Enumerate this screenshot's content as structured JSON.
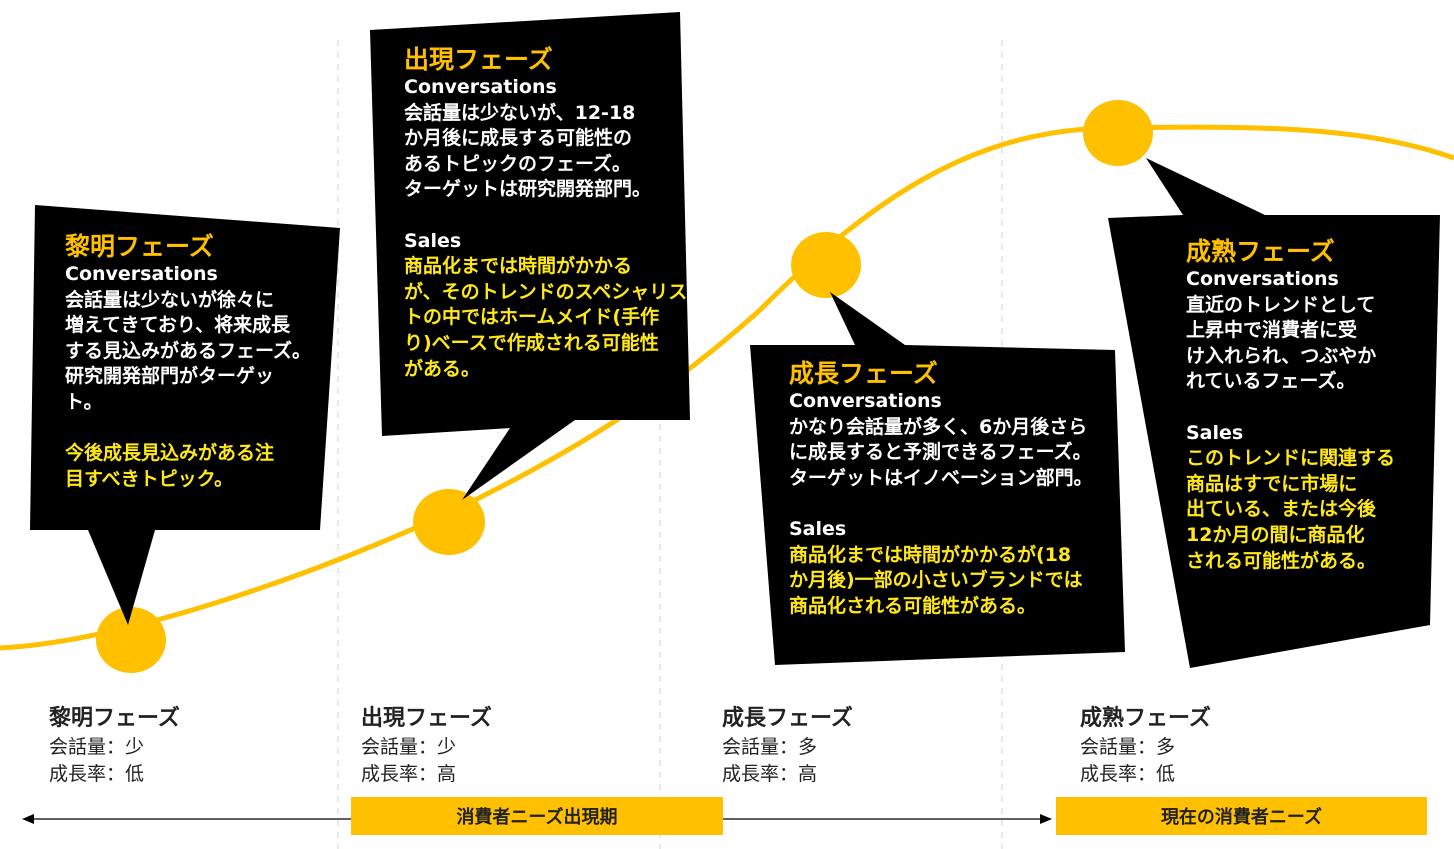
{
  "phases": [
    {
      "id": "reimei",
      "callout": {
        "title": "黎明フェーズ",
        "conversations_label": "Conversations",
        "conversations": [
          "会話量は少ないが徐々に",
          "増えてきており、将来成長",
          "する見込みがあるフェーズ。",
          "研究開発部門がターゲッ",
          "ト。"
        ],
        "sales_label": "",
        "highlight": [
          "今後成長見込みがある注",
          "目すべきトピック。"
        ]
      },
      "label": {
        "name": "黎明フェーズ",
        "volume": "会話量：少",
        "growth": "成長率：低"
      }
    },
    {
      "id": "shutsugen",
      "callout": {
        "title": "出現フェーズ",
        "conversations_label": "Conversations",
        "conversations": [
          "会話量は少ないが、12-18",
          "か月後に成長する可能性の",
          "あるトピックのフェーズ。",
          "ターゲットは研究開発部門。"
        ],
        "sales_label": "Sales",
        "highlight": [
          "商品化までは時間がかかる",
          "が、そのトレンドのスペシャリス",
          "トの中ではホームメイド(手作",
          "り)ベースで作成される可能性",
          "がある。"
        ]
      },
      "label": {
        "name": "出現フェーズ",
        "volume": "会話量：少",
        "growth": "成長率：高"
      }
    },
    {
      "id": "seicho",
      "callout": {
        "title": "成長フェーズ",
        "conversations_label": "Conversations",
        "conversations": [
          "かなり会話量が多く、6か月後さら",
          "に成長すると予測できるフェーズ。",
          "ターゲットはイノベーション部門。"
        ],
        "sales_label": "Sales",
        "highlight": [
          "商品化までは時間がかかるが(18",
          "か月後)一部の小さいブランドでは",
          "商品化される可能性がある。"
        ]
      },
      "label": {
        "name": "成長フェーズ",
        "volume": "会話量：多",
        "growth": "成長率：高"
      }
    },
    {
      "id": "seijuku",
      "callout": {
        "title": "成熟フェーズ",
        "conversations_label": "Conversations",
        "conversations": [
          "直近のトレンドとして",
          "上昇中で消費者に受",
          "け入れられ、つぶやか",
          "れているフェーズ。"
        ],
        "sales_label": "Sales",
        "highlight": [
          "このトレンドに関連する",
          "商品はすでに市場に",
          "出ている、または今後",
          "12か月の間に商品化",
          "される可能性がある。"
        ]
      },
      "label": {
        "name": "成熟フェーズ",
        "volume": "会話量：多",
        "growth": "成長率：低"
      }
    }
  ],
  "bands": {
    "emerging_needs": "消費者ニーズ出現期",
    "current_needs": "現在の消費者ニーズ"
  },
  "colors": {
    "curve": "#ffc000",
    "callout_bg": "#000000",
    "title": "#ffc000",
    "highlight": "#ffe81a",
    "band": "#ffc000",
    "divider": "#d9d9d9"
  }
}
